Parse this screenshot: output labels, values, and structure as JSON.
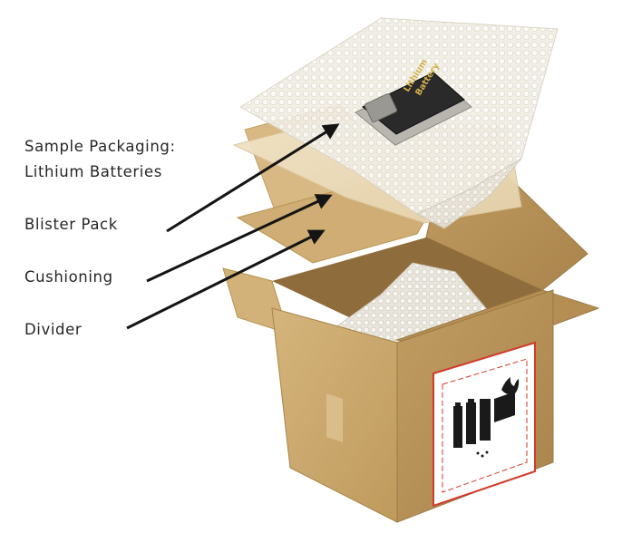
{
  "labels": {
    "sample_packaging_line1": "Sample Packaging:",
    "sample_packaging_line2": "Lithium Batteries",
    "blister_pack": "Blister Pack",
    "cushioning": "Cushioning",
    "divider": "Divider"
  },
  "battery_pack_text": {
    "line1": "Lithium",
    "line2": "Battery"
  },
  "colors": {
    "box_front": "#c9a66b",
    "box_side": "#b08850",
    "box_flap": "#d8b887",
    "bubble_wrap": "#eeeae0",
    "arrow": "#141414",
    "battery_pack": "#2a2a2a",
    "battery_text": "#d4b14a",
    "hazard_border": "#d23a2a"
  },
  "icons": {
    "hazard_label": "lithium-battery-hazard-label-icon",
    "battery_pack": "battery-pack-icon"
  }
}
